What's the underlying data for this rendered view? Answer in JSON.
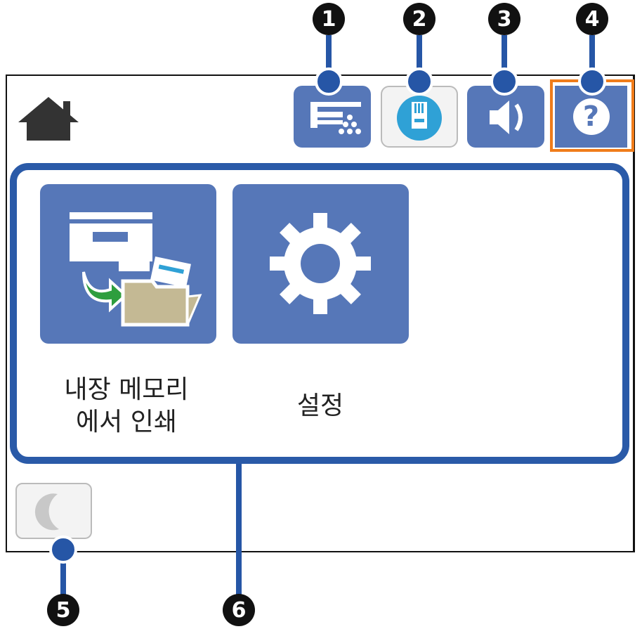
{
  "top_icons": [
    {
      "name": "ink-maintenance-icon",
      "callout": "1"
    },
    {
      "name": "network-status-icon",
      "callout": "2"
    },
    {
      "name": "sound-icon",
      "callout": "3"
    },
    {
      "name": "help-icon",
      "callout": "4",
      "glyph": "?"
    }
  ],
  "menu": [
    {
      "label_line1": "내장 메모리",
      "label_line2": "에서 인쇄"
    },
    {
      "label": "설정"
    }
  ],
  "callouts": {
    "sleep": "5",
    "main_area": "6"
  },
  "colors": {
    "accent": "#2656a6",
    "tile": "#5677b8",
    "focus": "#f07c1a"
  }
}
